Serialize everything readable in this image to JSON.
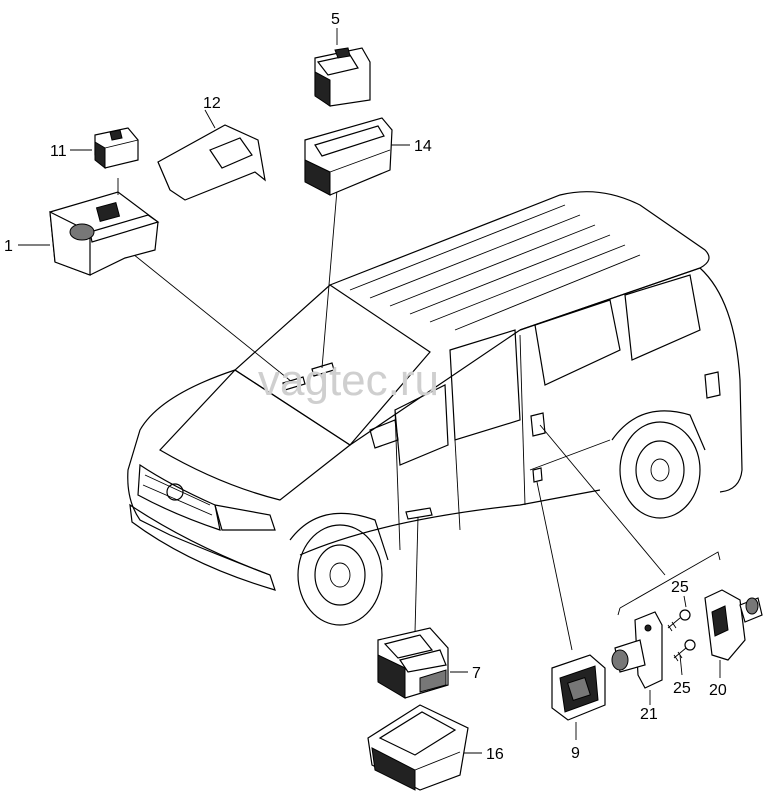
{
  "watermark": "vagtec.ru",
  "parts": {
    "p1": "1",
    "p5": "5",
    "p7": "7",
    "p9": "9",
    "p11": "11",
    "p12": "12",
    "p14": "14",
    "p16": "16",
    "p20": "20",
    "p21": "21",
    "p25a": "25",
    "p25b": "25"
  }
}
